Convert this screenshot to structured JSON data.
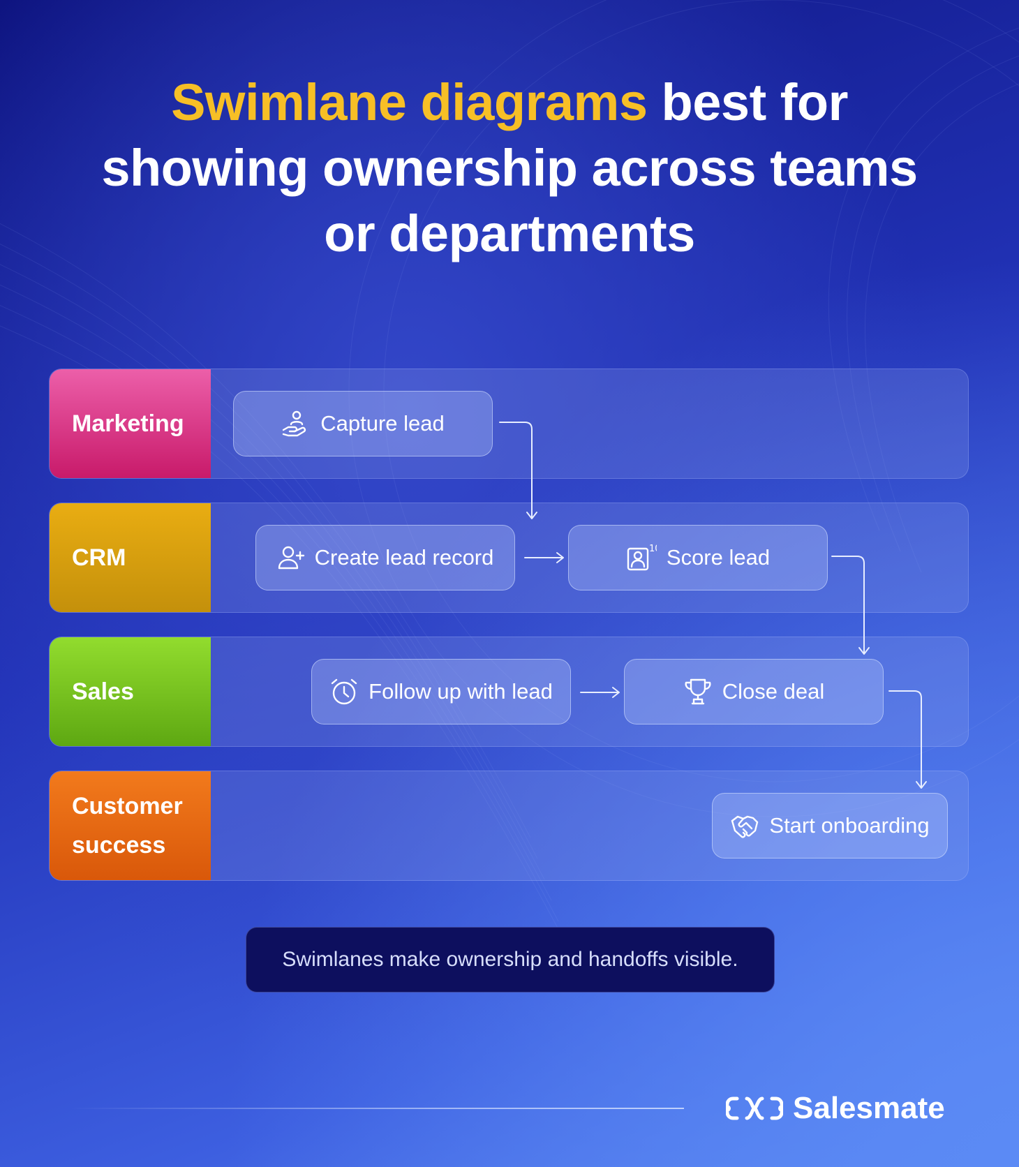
{
  "headline": {
    "highlight": "Swimlane diagrams",
    "rest": " best for showing ownership across teams or departments"
  },
  "lanes": [
    {
      "label": "Marketing",
      "color": "#d93b8a"
    },
    {
      "label": "CRM",
      "color": "#d9a010"
    },
    {
      "label": "Sales",
      "color": "#78c41f"
    },
    {
      "label": "Customer success",
      "color": "#e66a12"
    }
  ],
  "steps": {
    "capture_lead": {
      "label": "Capture lead",
      "icon": "hand-person-icon"
    },
    "create_lead_record": {
      "label": "Create lead record",
      "icon": "add-user-icon"
    },
    "score_lead": {
      "label": "Score lead",
      "icon": "score-badge-icon"
    },
    "follow_up": {
      "label": "Follow up with lead",
      "icon": "alarm-clock-icon"
    },
    "close_deal": {
      "label": "Close deal",
      "icon": "trophy-icon"
    },
    "start_onboarding": {
      "label": "Start onboarding",
      "icon": "handshake-icon"
    }
  },
  "caption": "Swimlanes make ownership and handoffs visible.",
  "brand": {
    "name": "Salesmate",
    "icon": "salesmate-logo-icon"
  },
  "colors": {
    "highlight": "#f7bf26",
    "caption_bg": "#0d0f5e"
  }
}
